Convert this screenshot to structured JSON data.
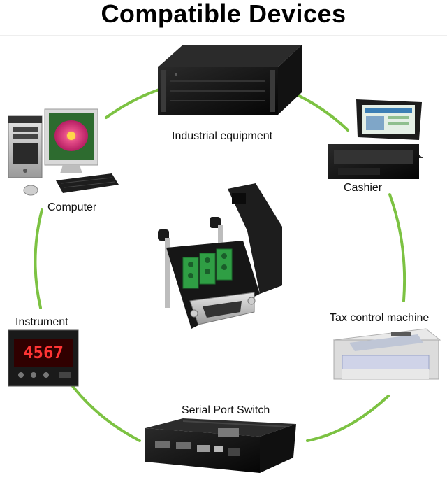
{
  "title": "Compatible Devices",
  "devices": {
    "industrial": {
      "label": "Industrial equipment",
      "icon": "server-rack-icon"
    },
    "computer": {
      "label": "Computer",
      "icon": "desktop-computer-icon"
    },
    "cashier": {
      "label": "Cashier",
      "icon": "pos-terminal-icon"
    },
    "tax": {
      "label": "Tax control machine",
      "icon": "dot-matrix-printer-icon"
    },
    "instrument": {
      "label": "Instrument",
      "icon": "digital-meter-icon"
    },
    "serial": {
      "label": "Serial Port Switch",
      "icon": "industrial-pc-box-icon"
    }
  },
  "center_product": {
    "icon": "db9-terminal-adapter-icon"
  },
  "instrument_display": "4567",
  "colors": {
    "ring": "#7cc242",
    "terminal": "#2f9e44",
    "housing": "#151515"
  }
}
